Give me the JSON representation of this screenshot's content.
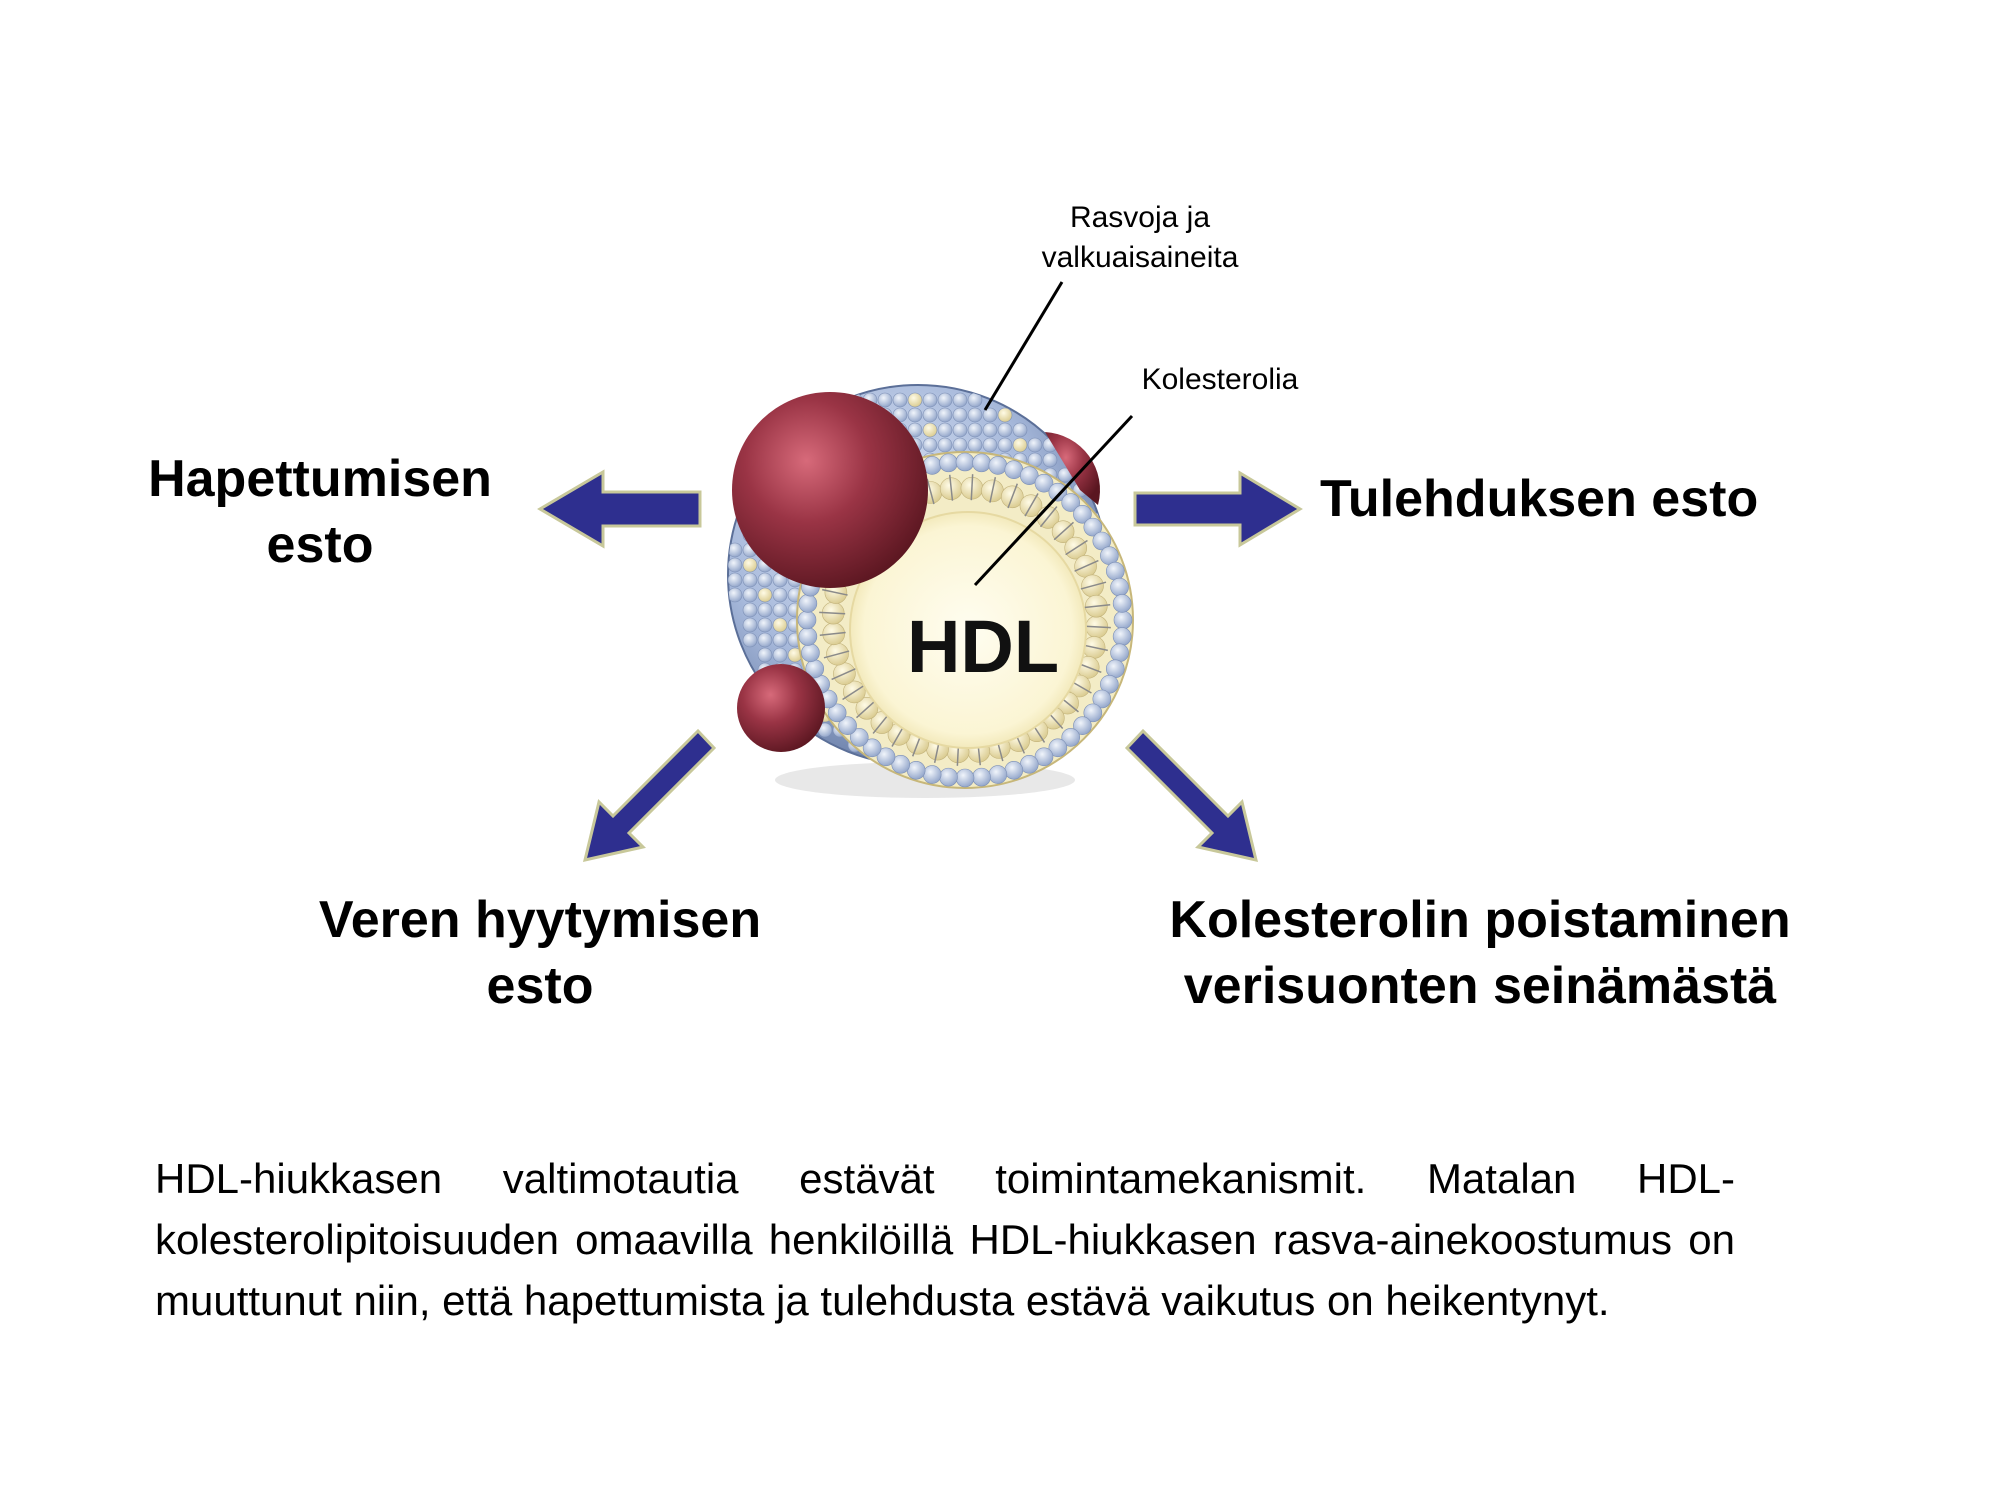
{
  "center_label": "HDL",
  "callouts": {
    "proteins": [
      "Rasvoja ja",
      "valkuaisaineita"
    ],
    "cholesterol": "Kolesterolia"
  },
  "effects": {
    "top_left": [
      "Hapettumisen",
      "esto"
    ],
    "top_right": [
      "Tulehduksen esto"
    ],
    "bottom_left": [
      "Veren hyytymisen",
      "esto"
    ],
    "bottom_right": [
      "Kolesterolin poistaminen",
      "verisuonten seinämästä"
    ]
  },
  "caption": "HDL-hiukkasen valtimotautia estävät toimintamekanismit. Matalan HDL-kolesterolipitoisuuden omaavilla henkilöillä HDL-hiukkasen rasva-ainekoostumus on muuttunut niin, että hapettumista ja tulehdusta estävä vaikutus on heikentynyt.",
  "colors": {
    "arrow": "#2e2f8f",
    "arrow_outline": "#c8c89a",
    "protein": "#8e2f3e",
    "core": "#fbf6d6",
    "shell": "#9fb2d6"
  }
}
